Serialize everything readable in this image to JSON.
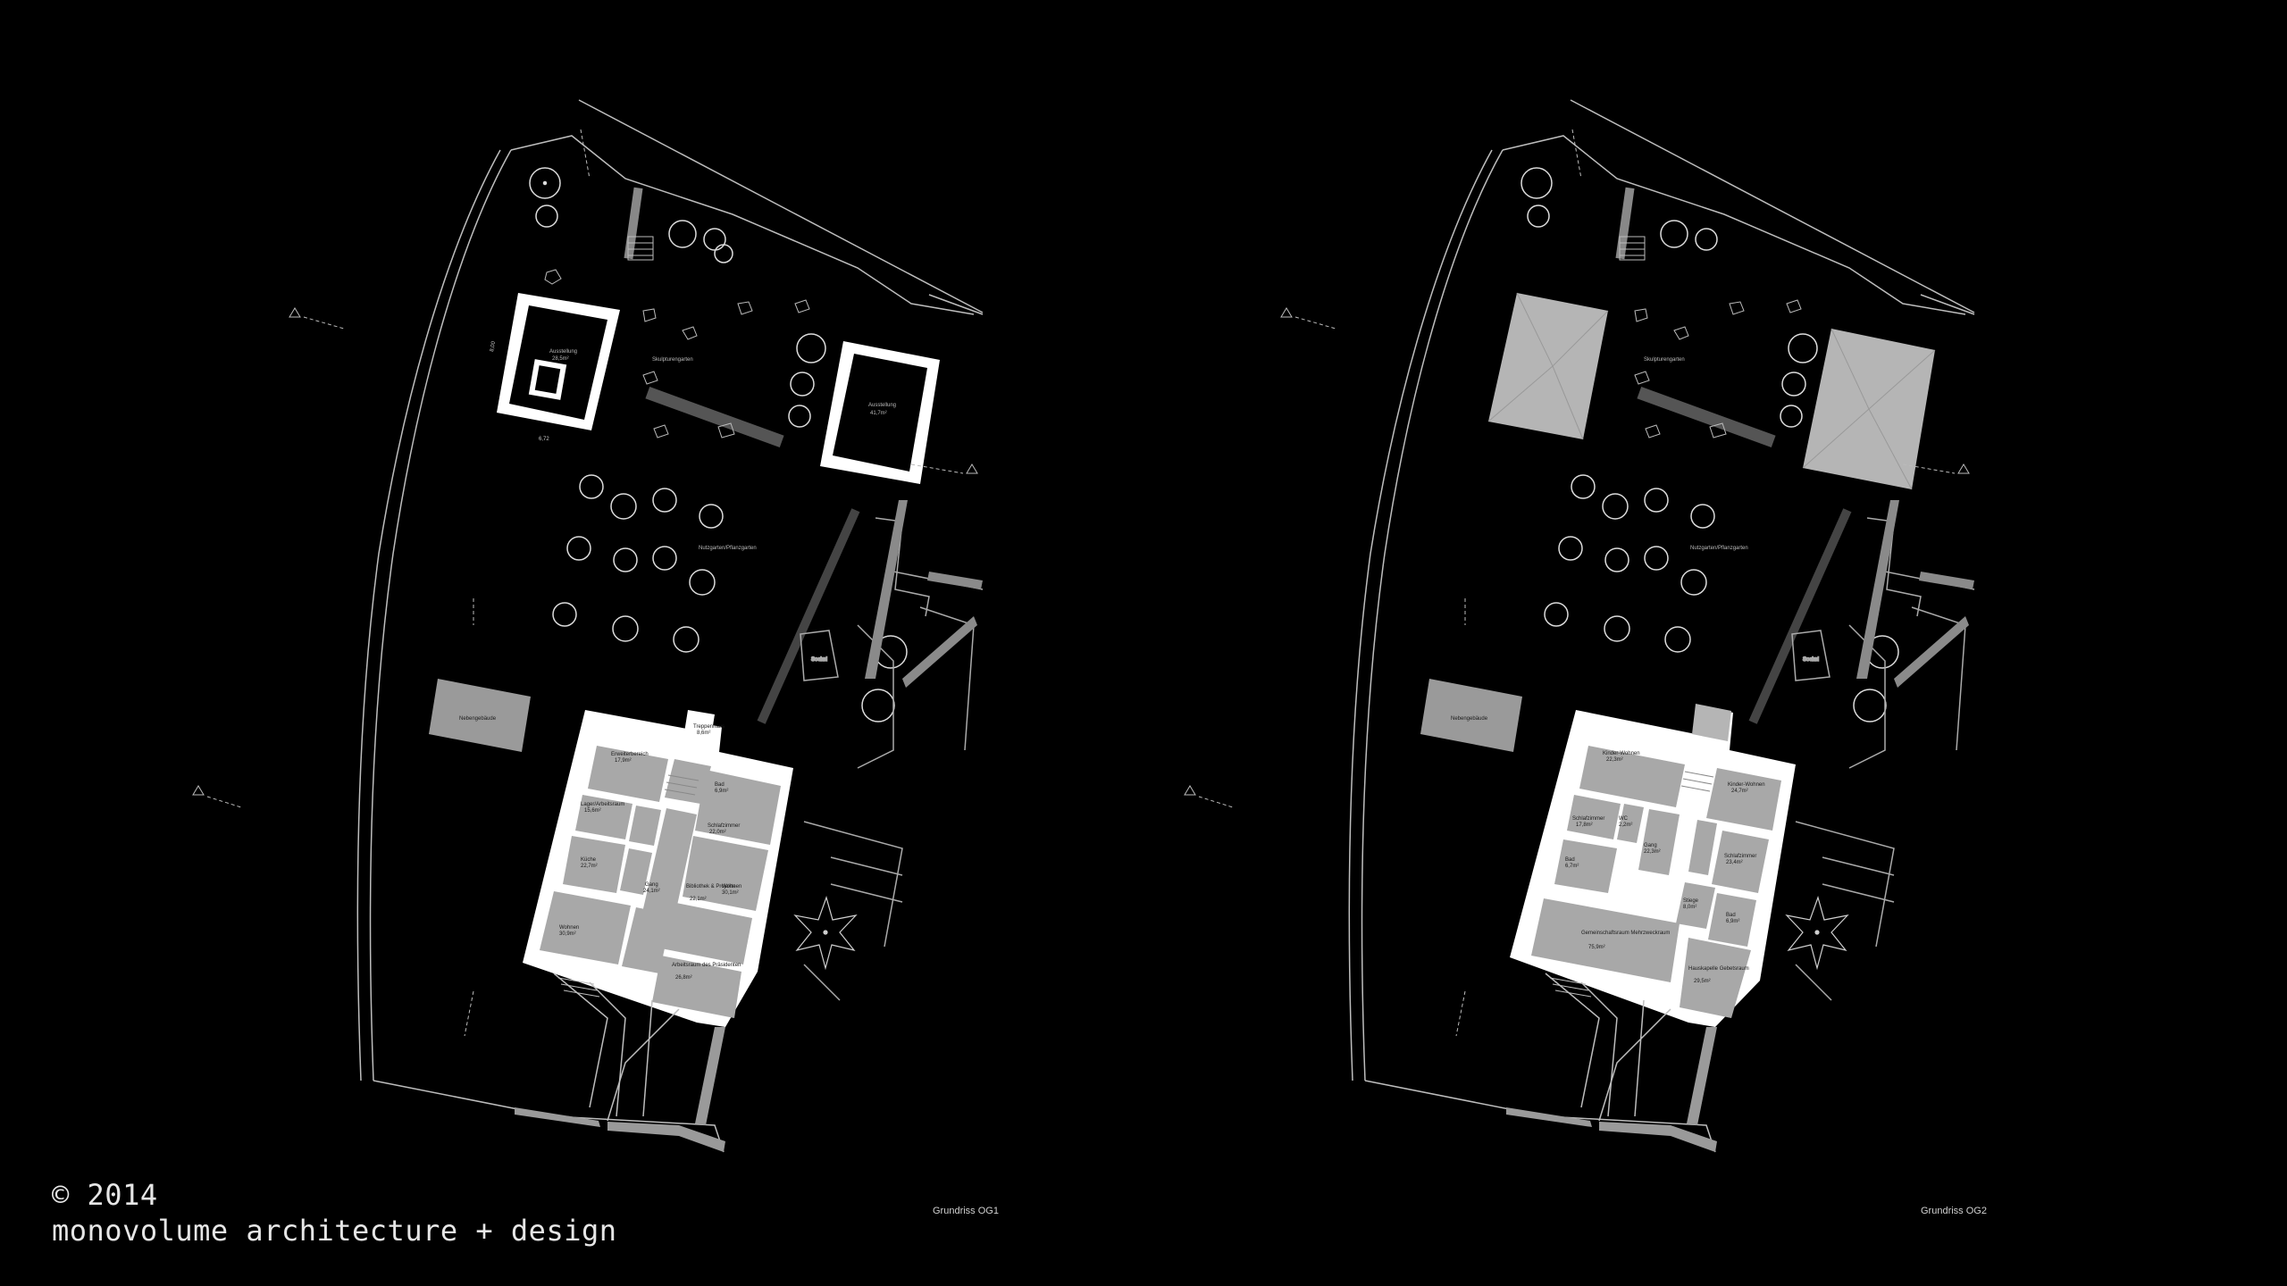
{
  "plans": [
    {
      "caption": "Grundriss OG1",
      "labels": {
        "garden_top": "Skulpturengarten",
        "garden_mid": "Nutzgarten/Pflanzgarten",
        "sockel": "Sockel",
        "annex_left": "Ausstellung",
        "annex_left_area": "28,5m²",
        "annex_right": "Ausstellung",
        "annex_right_area": "41,7m²",
        "shed": "Nebengebäude",
        "dim_width": "6,72",
        "dim_height": "8,00",
        "room_1": "Erweiterbereich",
        "room_1_area": "17,9m²",
        "room_2": "Treppenhaus",
        "room_2_area": "8,6m²",
        "room_3": "Lager/Arbeitsraum",
        "room_3_area": "15,6m²",
        "room_4": "Bad",
        "room_4_area": "6,9m²",
        "room_5": "Schlafzimmer",
        "room_5_area": "22,0m²",
        "room_6": "Küche",
        "room_6_area": "22,7m²",
        "room_7": "Gang",
        "room_7_area": "24,1m²",
        "room_8": "Bibliothek & Projekte",
        "room_8_area": "22,1m²",
        "room_9": "Wohnen",
        "room_9_area": "30,1m²",
        "room_10": "Wohnen",
        "room_10_area": "30,9m²",
        "room_11": "Arbeitsraum des Präsidenten",
        "room_11_area": "26,8m²"
      }
    },
    {
      "caption": "Grundriss OG2",
      "labels": {
        "garden_top": "Skulpturengarten",
        "garden_mid": "Nutzgarten/Pflanzgarten",
        "sockel": "Sockel",
        "shed": "Nebengebäude",
        "room_1": "Kinder-Wohnen",
        "room_1_area": "22,3m²",
        "room_2": "Kinder-Wohnen",
        "room_2_area": "24,7m²",
        "room_3": "Schlafzimmer",
        "room_3_area": "17,8m²",
        "room_4": "WC",
        "room_4_area": "2,2m²",
        "room_5": "Gang",
        "room_5_area": "22,3m²",
        "room_6": "Schlafzimmer",
        "room_6_area": "23,4m²",
        "room_7": "Bad",
        "room_7_area": "6,7m²",
        "room_8": "Bad",
        "room_8_area": "6,9m²",
        "room_9": "Gemeinschaftsraum Mehrzweckraum",
        "room_9_area": "75,9m²",
        "room_10": "Hauskapelle Gebetsraum",
        "room_10_area": "29,5m²",
        "room_11": "Stiege",
        "room_11_area": "8,0m²"
      }
    }
  ],
  "copyright": {
    "line1": "© 2014",
    "line2": "monovolume architecture + design"
  }
}
